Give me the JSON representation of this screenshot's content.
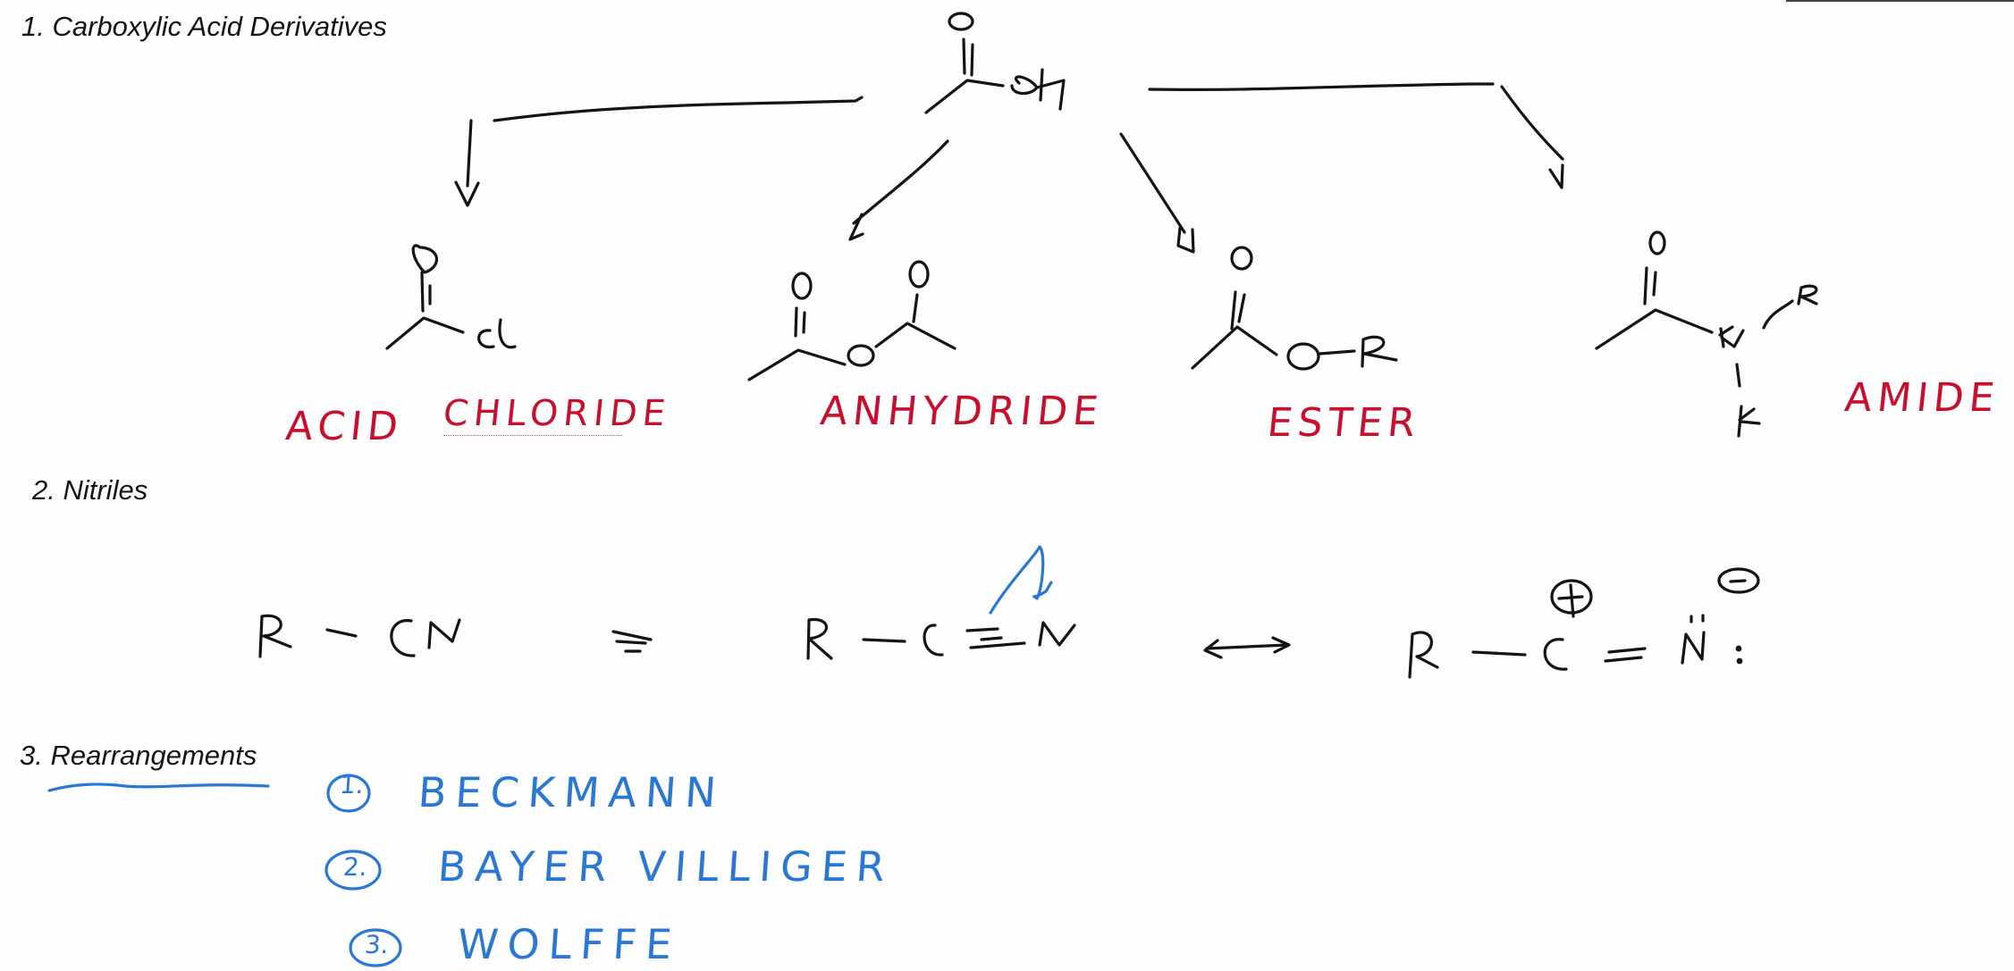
{
  "sections": [
    {
      "number": "1.",
      "title": "Carboxylic Acid Derivatives"
    },
    {
      "number": "2.",
      "title": "Nitriles"
    },
    {
      "number": "3.",
      "title": "Rearrangements"
    }
  ],
  "headings": {
    "s1": "1. Carboxylic Acid Derivatives",
    "s2": "2. Nitriles",
    "s3": "3. Rearrangements"
  },
  "carboxylic_acid": {
    "parent": {
      "atoms": {
        "carbonyl_o": "O",
        "hydroxyl": "OH"
      }
    },
    "derivatives": [
      {
        "name": "ACID CHLORIDE",
        "label_part1": "ACID",
        "label_part2": "CHLORIDE",
        "substituent": "Cl"
      },
      {
        "name": "ANHYDRIDE",
        "label": "ANHYDRIDE",
        "bridge_atom": "O"
      },
      {
        "name": "ESTER",
        "label": "ESTER",
        "substituent": "O-R"
      },
      {
        "name": "AMIDE",
        "label": "AMIDE",
        "substituent": "N",
        "r_groups": [
          "R",
          "R"
        ]
      }
    ],
    "label_color": "#c8102e",
    "ink_color": "#141414"
  },
  "nitriles": {
    "formula_short": "R - CN",
    "equivalence": "≡",
    "formula_full": {
      "r": "R",
      "c": "C",
      "bond": "≡",
      "n": "N"
    },
    "resonance_arrow": "↔",
    "resonance_form": {
      "r": "R",
      "c": "C",
      "bond": "=",
      "n": "N",
      "lone_pair": ":",
      "c_charge": "+",
      "n_charge": "−"
    },
    "annotation_color": "#2a78d6"
  },
  "rearrangements": {
    "items": [
      {
        "index": "1.",
        "name": "BECKMANN"
      },
      {
        "index": "2.",
        "name": "BAYER VILLIGER"
      },
      {
        "index": "3.",
        "name": "WOLFFE"
      }
    ],
    "color": "#2a78d6"
  }
}
